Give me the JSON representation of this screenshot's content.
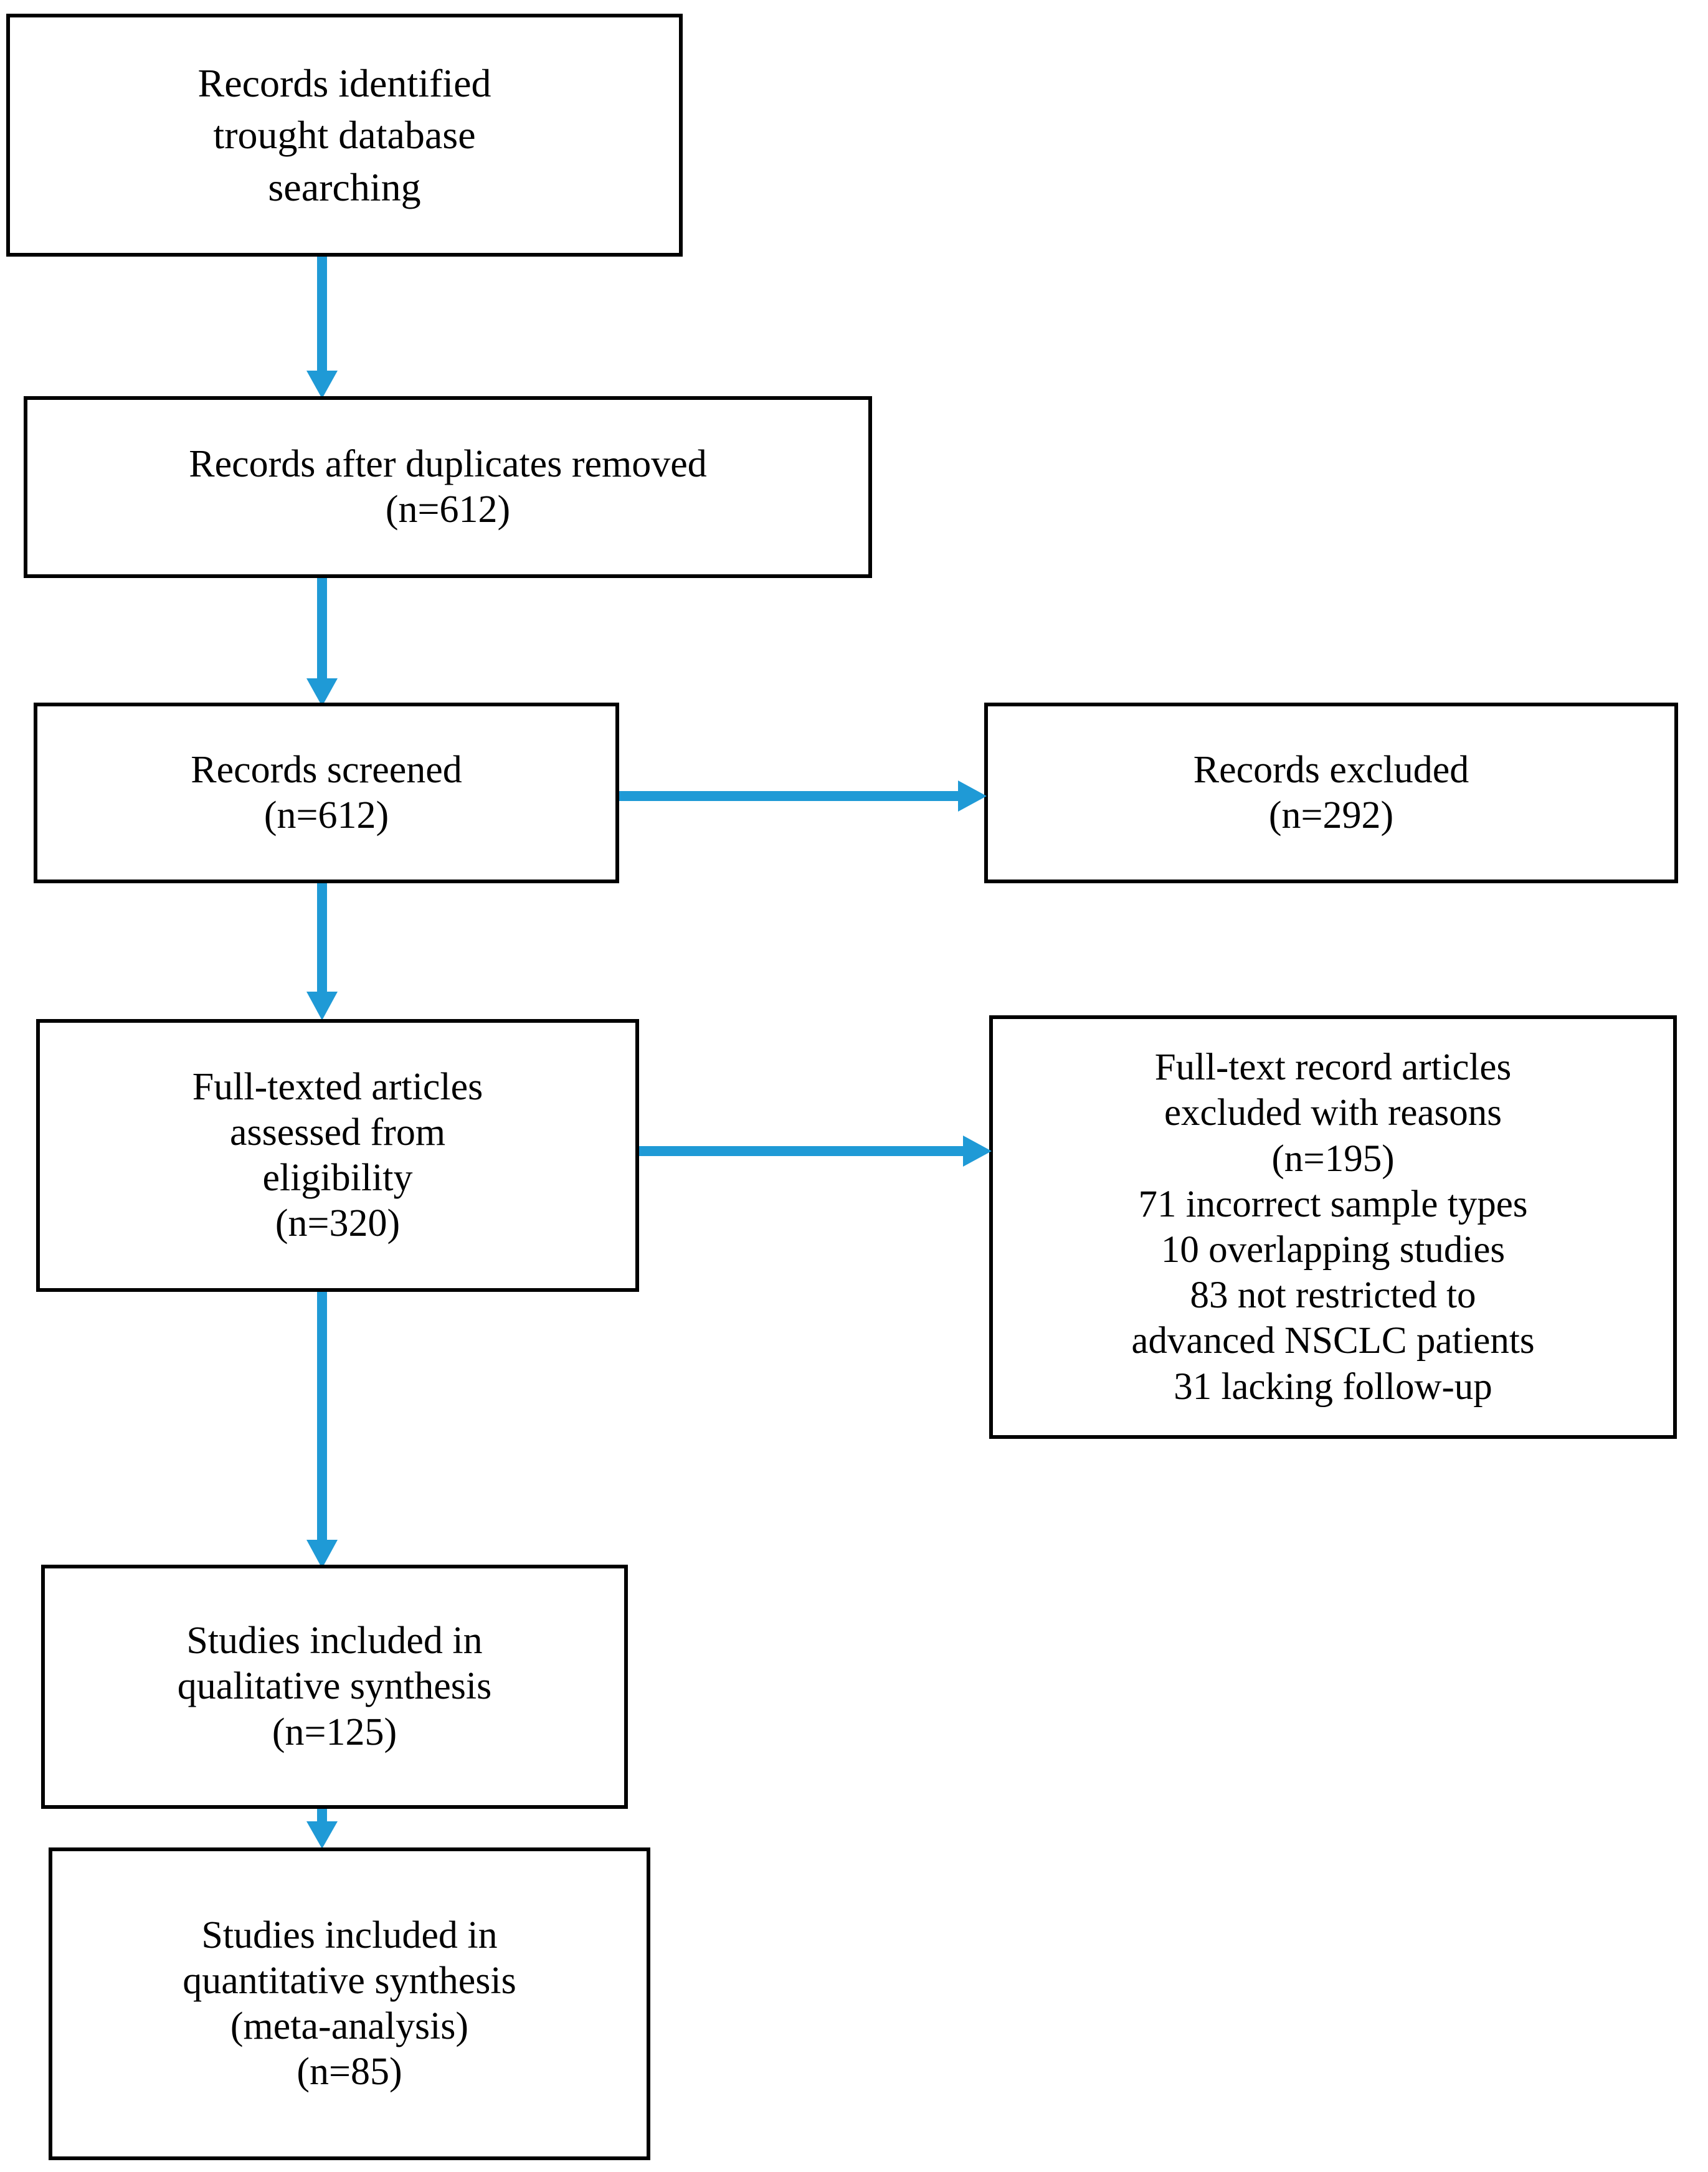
{
  "diagram": {
    "title": "PRISMA study selection flow diagram",
    "accent_color": "#1f9ad6",
    "border_color": "#000000",
    "background_color": "#ffffff",
    "nodes": {
      "identified": {
        "id": "records-identified",
        "lines": [
          "Records identified",
          "trought database",
          "searching"
        ]
      },
      "duplicates": {
        "id": "records-after-duplicates-removed",
        "lines": [
          "Records after duplicates removed",
          "(n=612)"
        ],
        "count": 612
      },
      "screened": {
        "id": "records-screened",
        "lines": [
          "Records screened",
          "(n=612)"
        ],
        "count": 612
      },
      "excluded": {
        "id": "records-excluded",
        "lines": [
          "Records excluded",
          "(n=292)"
        ],
        "count": 292
      },
      "fulltext": {
        "id": "full-texted-articles-assessed",
        "lines": [
          "Full-texted articles",
          "assessed from",
          "eligibility",
          "(n=320)"
        ],
        "count": 320
      },
      "reasons": {
        "id": "full-text-articles-excluded-with-reasons",
        "lines": [
          "Full-text record articles",
          "excluded with reasons",
          "(n=195)",
          "71 incorrect sample types",
          "10 overlapping studies",
          "83 not restricted to",
          "advanced NSCLC patients",
          "31 lacking follow-up"
        ],
        "count": 195,
        "reasons": [
          {
            "n": 71,
            "text": "incorrect sample types"
          },
          {
            "n": 10,
            "text": "overlapping studies"
          },
          {
            "n": 83,
            "text": "not restricted to advanced NSCLC patients"
          },
          {
            "n": 31,
            "text": "lacking follow-up"
          }
        ]
      },
      "qualitative": {
        "id": "studies-included-qualitative-synthesis",
        "lines": [
          "Studies included in",
          "qualitative synthesis",
          "(n=125)"
        ],
        "count": 125
      },
      "quantitative": {
        "id": "studies-included-quantitative-synthesis",
        "lines": [
          "Studies included in",
          "quantitative synthesis",
          "(meta-analysis)",
          "(n=85)"
        ],
        "count": 85
      }
    },
    "connectors": [
      {
        "id": "identified-to-duplicates",
        "from": "identified",
        "to": "duplicates",
        "direction": "down"
      },
      {
        "id": "duplicates-to-screened",
        "from": "duplicates",
        "to": "screened",
        "direction": "down"
      },
      {
        "id": "screened-to-fulltext",
        "from": "screened",
        "to": "fulltext",
        "direction": "down"
      },
      {
        "id": "fulltext-to-qualitative",
        "from": "fulltext",
        "to": "qualitative",
        "direction": "down"
      },
      {
        "id": "qualitative-to-quantitative",
        "from": "qualitative",
        "to": "quantitative",
        "direction": "down"
      },
      {
        "id": "screened-to-excluded",
        "from": "screened",
        "to": "excluded",
        "direction": "right"
      },
      {
        "id": "fulltext-to-reasons",
        "from": "fulltext",
        "to": "reasons",
        "direction": "right"
      }
    ]
  }
}
